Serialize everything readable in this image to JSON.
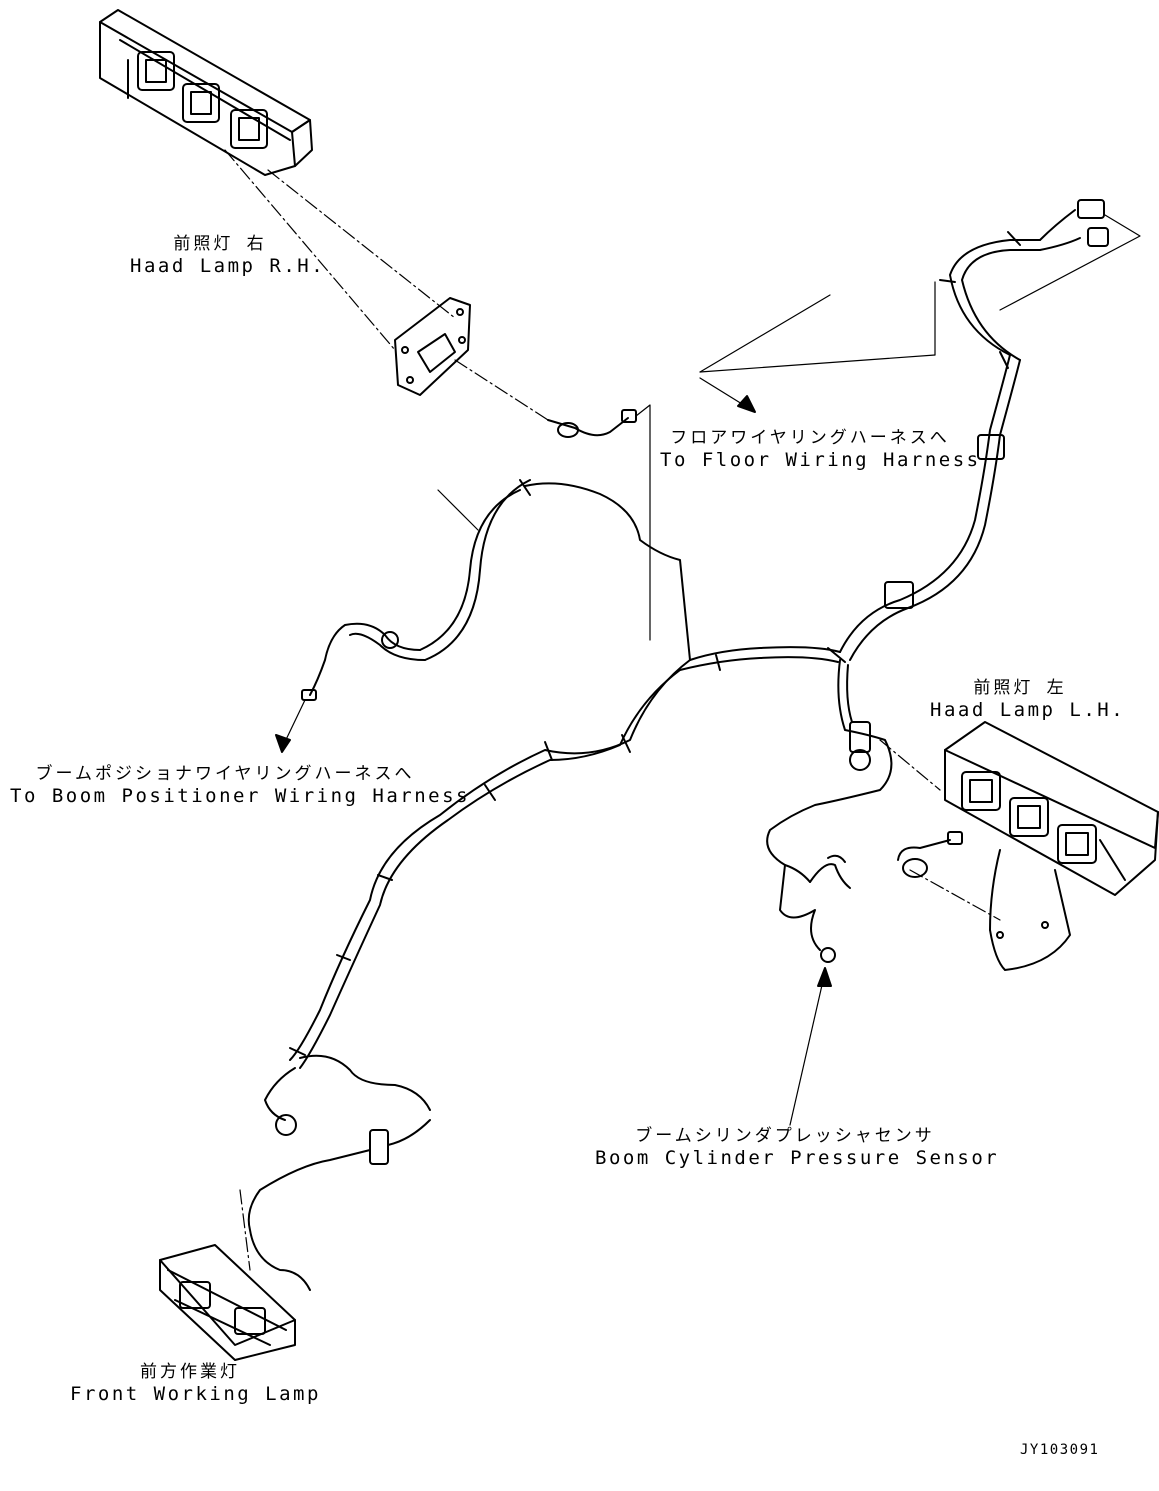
{
  "labels": {
    "head_lamp_rh": {
      "jp": "前照灯 右",
      "en": "Haad Lamp R.H."
    },
    "head_lamp_lh": {
      "jp": "前照灯 左",
      "en": "Haad Lamp L.H."
    },
    "floor_harness": {
      "jp": "フロアワイヤリングハーネスへ",
      "en": "To Floor Wiring Harness"
    },
    "boom_positioner": {
      "jp": "ブームポジショナワイヤリングハーネスへ",
      "en": "To Boom Positioner Wiring Harness"
    },
    "boom_sensor": {
      "jp": "ブームシリンダプレッシャセンサ",
      "en": "Boom Cylinder Pressure Sensor"
    },
    "front_lamp": {
      "jp": "前方作業灯",
      "en": "Front Working Lamp"
    }
  },
  "drawing_code": "JY103091"
}
